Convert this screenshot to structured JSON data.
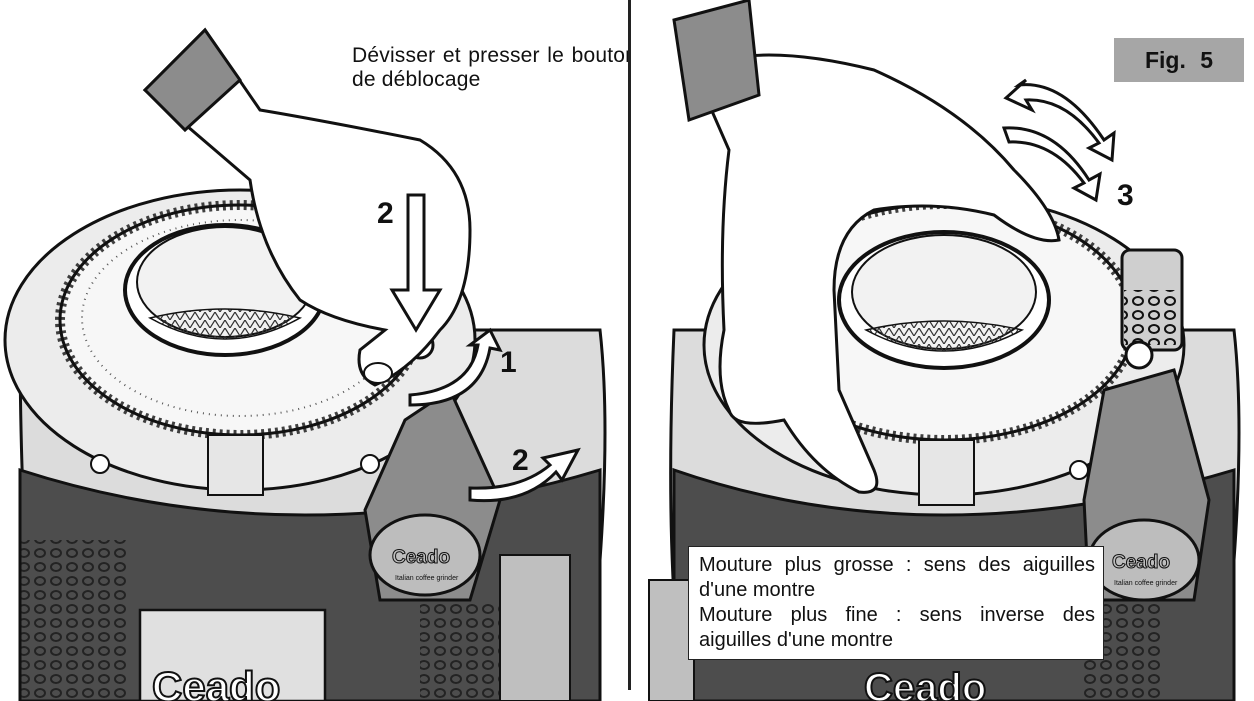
{
  "left_panel": {
    "instruction": "Dévisser et presser le bouton de déblocage",
    "labels": [
      "2",
      "1",
      "2"
    ],
    "brand_logo": "Ceado",
    "brand_tagline": "Italian coffee grinder"
  },
  "right_panel": {
    "figure_badge": "Fig. 5",
    "step_label": "3",
    "note_coarse": "Mouture plus grosse : sens des aiguilles d'une montre",
    "note_fine": "Mouture plus fine : sens inverse des aiguilles d'une montre",
    "brand_logo": "Ceado",
    "brand_tagline": "Italian coffee grinder"
  },
  "colors": {
    "line": "#111111",
    "dark_body": "#4d4d4d",
    "mid_gray": "#8c8c8c",
    "light_gray": "#d9d9d9",
    "badge": "#a6a6a6"
  }
}
